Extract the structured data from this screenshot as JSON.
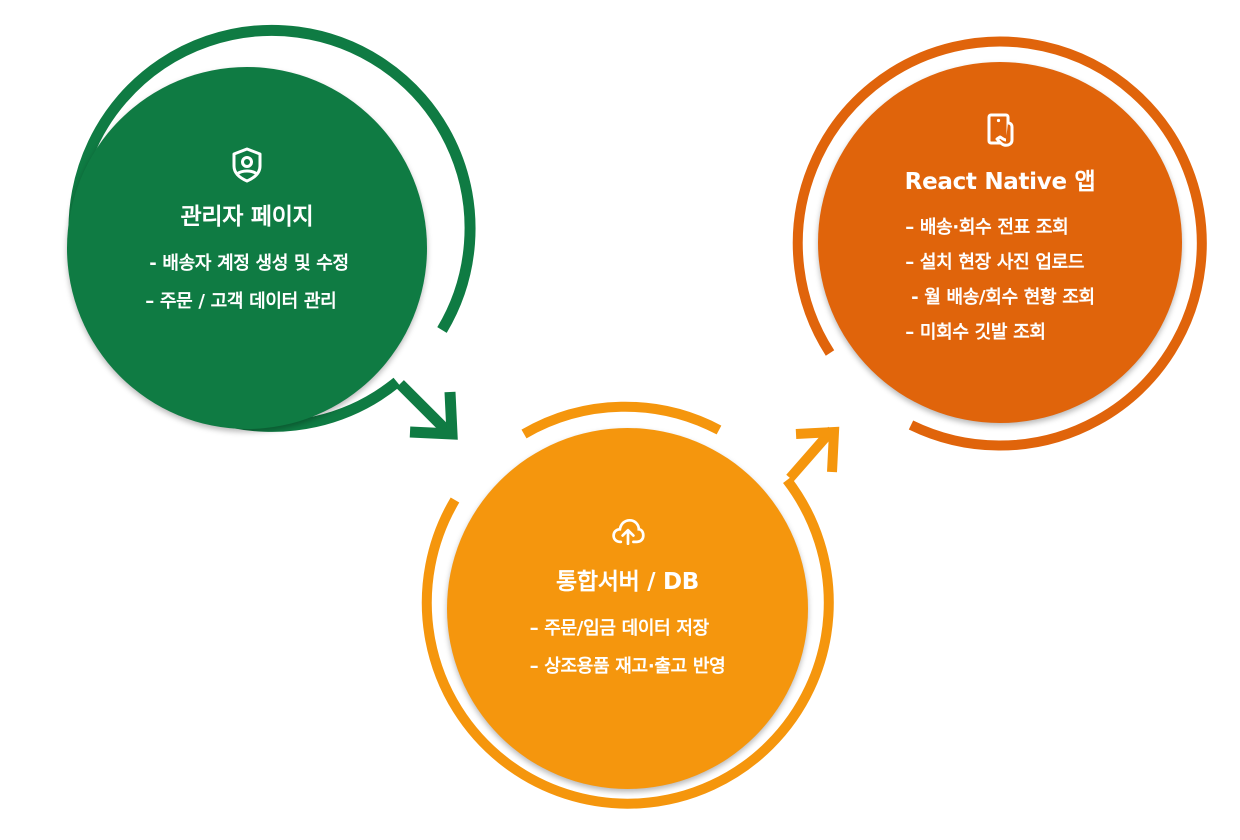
{
  "diagram": {
    "type": "cycle-flow",
    "colors": {
      "admin": "#0f7b43",
      "app": "#e0640b",
      "server": "#f5960d",
      "background": "#ffffff",
      "text": "#ffffff"
    },
    "nodes": [
      {
        "id": "admin",
        "icon": "shield-user-icon",
        "title": "관리자 페이지",
        "items": [
          "- 배송자 계정 생성 및 수정",
          "– 주문 / 고객 데이터 관리"
        ]
      },
      {
        "id": "server",
        "icon": "cloud-upload-icon",
        "title": "통합서버 / DB",
        "items": [
          "– 주문/입금 데이터 저장",
          "– 상조용품 재고·출고 반영"
        ]
      },
      {
        "id": "app",
        "icon": "mobile-touch-icon",
        "title": "React Native 앱",
        "items": [
          "– 배송·회수 전표 조회",
          "– 설치 현장 사진 업로드",
          " - 월 배송/회수 현황 조회",
          "– 미회수 깃발 조회"
        ]
      }
    ],
    "edges": [
      {
        "from": "admin",
        "to": "server"
      },
      {
        "from": "server",
        "to": "app"
      }
    ]
  }
}
